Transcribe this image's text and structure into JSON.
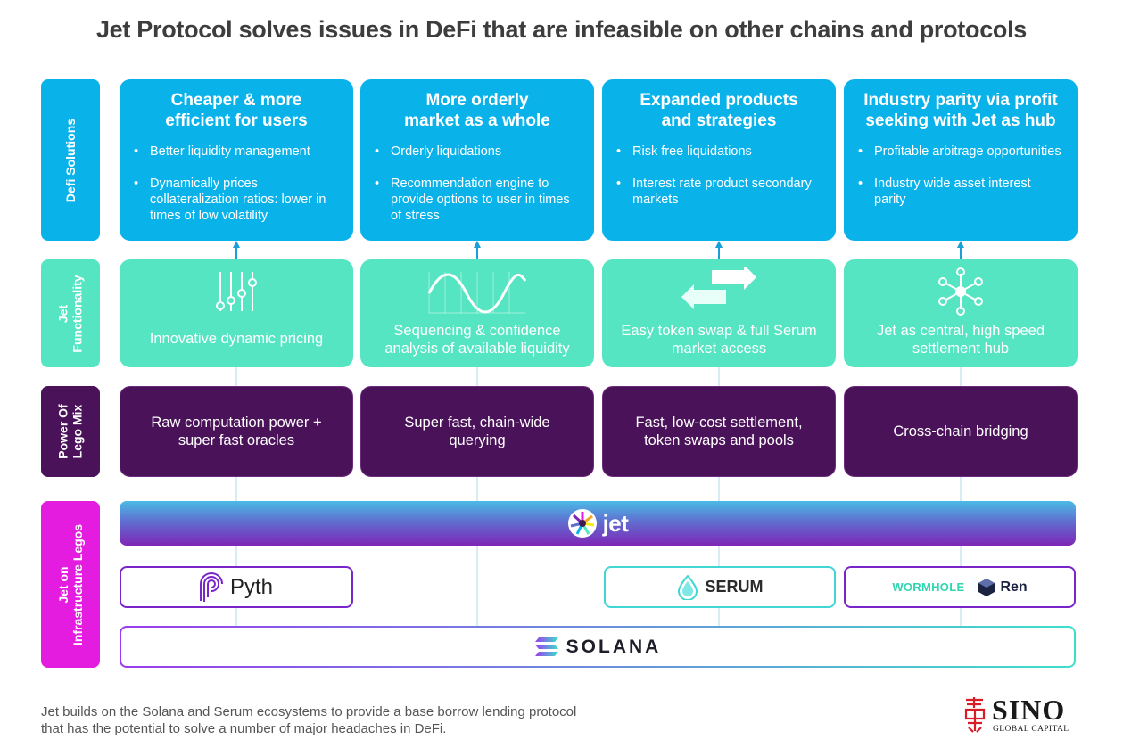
{
  "title": "Jet Protocol solves issues in DeFi that are infeasible on other chains and protocols",
  "row_labels": {
    "defi": "Defi Solutions",
    "jet_func_l1": "Jet",
    "jet_func_l2": "Functionality",
    "lego_l1": "Power Of",
    "lego_l2": "Lego Mix",
    "infra_l1": "Jet on",
    "infra_l2": "Infrastructure Legos"
  },
  "solutions": [
    {
      "title_l1": "Cheaper & more",
      "title_l2": "efficient for users",
      "bullets": [
        "Better liquidity management",
        "Dynamically prices collateralization ratios: lower in times of low volatility"
      ]
    },
    {
      "title_l1": "More orderly",
      "title_l2": "market as a whole",
      "bullets": [
        "Orderly liquidations",
        "Recommendation engine to provide options to user in times of stress"
      ]
    },
    {
      "title_l1": "Expanded products",
      "title_l2": "and strategies",
      "bullets": [
        "Risk free liquidations",
        "Interest rate product secondary markets"
      ]
    },
    {
      "title_l1": "Industry parity via profit",
      "title_l2": "seeking with Jet as hub",
      "bullets": [
        "Profitable arbitrage opportunities",
        "Industry wide asset interest parity"
      ]
    }
  ],
  "functionality": [
    {
      "icon": "sliders-icon",
      "label": "Innovative dynamic pricing"
    },
    {
      "icon": "sine-wave-icon",
      "label": "Sequencing & confidence analysis of available liquidity"
    },
    {
      "icon": "swap-arrows-icon",
      "label": "Easy token swap & full Serum market access"
    },
    {
      "icon": "hub-network-icon",
      "label": "Jet as central, high speed settlement hub"
    }
  ],
  "lego_mix": [
    "Raw computation power + super fast oracles",
    "Super fast, chain-wide querying",
    "Fast, low-cost settlement, token swaps and pools",
    "Cross-chain bridging"
  ],
  "infra": {
    "jet": "jet",
    "pyth": "Pyth",
    "serum": "SERUM",
    "wormhole": "WORMHOLE",
    "ren": "Ren",
    "solana": "SOLANA"
  },
  "footer": {
    "line1": "Jet builds on the Solana and Serum ecosystems to provide a base borrow lending protocol",
    "line2": "that has the potential to solve a number of major headaches in DeFi."
  },
  "brand": {
    "name": "SINO",
    "sub": "GLOBAL CAPITAL"
  },
  "colors": {
    "solutions": "#0ab2ea",
    "functionality": "#55e5c2",
    "lego": "#4a1258",
    "infra_label": "#e31ce0",
    "arrow": "#1a9fd8"
  }
}
